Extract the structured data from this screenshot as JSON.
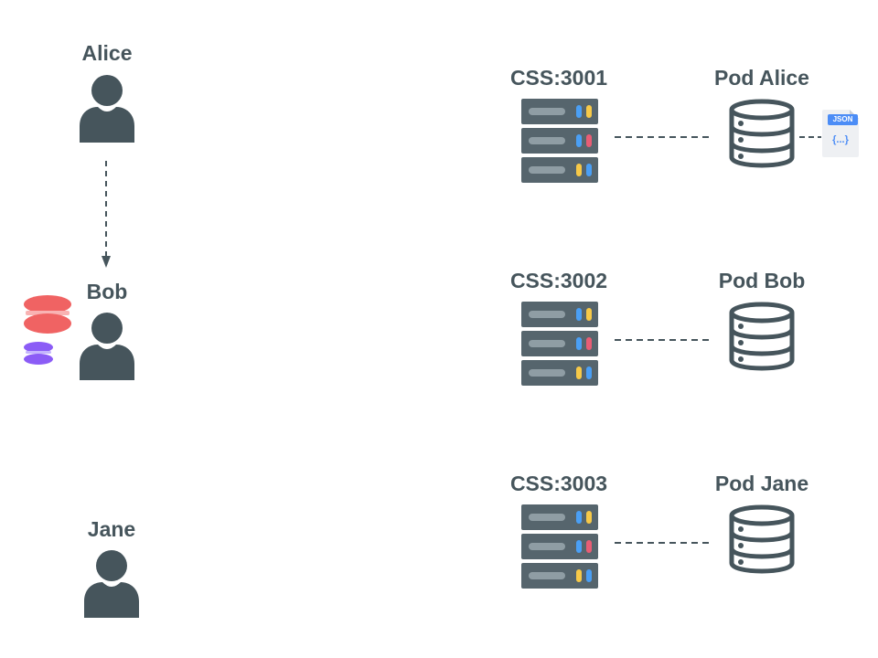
{
  "colors": {
    "ink": "#46555c",
    "server_body": "#56656d",
    "server_slot": "#8f9da4",
    "led_blue": "#4a9ff5",
    "led_yellow": "#f7c948",
    "led_red": "#e85d75",
    "macaron_red": "#f06363",
    "macaron_purple": "#8b5cf6",
    "json_badge": "#4c8df6"
  },
  "users": [
    {
      "name": "Alice",
      "icon": "person-icon"
    },
    {
      "name": "Bob",
      "icon": "person-icon"
    },
    {
      "name": "Jane",
      "icon": "person-icon"
    }
  ],
  "servers": [
    {
      "label": "CSS:3001",
      "icon": "server-rack-icon"
    },
    {
      "label": "CSS:3002",
      "icon": "server-rack-icon"
    },
    {
      "label": "CSS:3003",
      "icon": "server-rack-icon"
    }
  ],
  "pods": [
    {
      "label": "Pod Alice",
      "icon": "database-icon"
    },
    {
      "label": "Pod Bob",
      "icon": "database-icon"
    },
    {
      "label": "Pod Jane",
      "icon": "database-icon"
    }
  ],
  "json_file": {
    "badge": "JSON",
    "body": "{...}",
    "icon": "json-file-icon"
  },
  "bob_badge_icon": "macaron-icon",
  "edges": [
    {
      "from": "Alice",
      "to": "Bob",
      "style": "dashed-arrow"
    },
    {
      "from": "CSS:3001",
      "to": "Pod Alice",
      "style": "dashed"
    },
    {
      "from": "CSS:3002",
      "to": "Pod Bob",
      "style": "dashed"
    },
    {
      "from": "CSS:3003",
      "to": "Pod Jane",
      "style": "dashed"
    },
    {
      "from": "Pod Alice",
      "to": "JSON",
      "style": "dashed"
    }
  ]
}
